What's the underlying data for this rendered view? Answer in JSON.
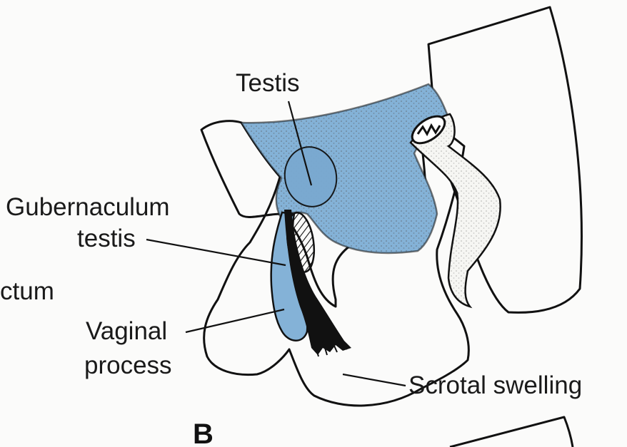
{
  "labels": {
    "testis": "Testis",
    "gubernaculum_line1": "Gubernaculum",
    "gubernaculum_line2": "testis",
    "rectum_partial": "ctum",
    "vaginal_line1": "Vaginal",
    "vaginal_line2": "process",
    "scrotal": "Scrotal swelling",
    "panel": "B"
  },
  "colors": {
    "blue": "#84b2d7",
    "outline": "#111111",
    "background": "#fbfbfa"
  }
}
